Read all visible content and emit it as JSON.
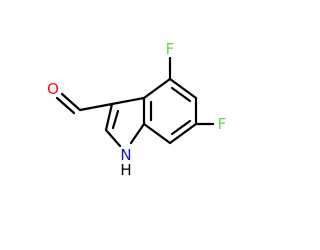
{
  "molecule": {
    "atoms": {
      "oxygen": {
        "label": "O",
        "color": "#ff0d0d"
      },
      "fluorine_4": {
        "label": "F",
        "color": "#6bd34a"
      },
      "fluorine_6": {
        "label": "F",
        "color": "#6bd34a"
      },
      "nitrogen": {
        "label": "N",
        "color": "#1414cc"
      },
      "hydrogen": {
        "label": "H",
        "color": "#000000"
      }
    }
  }
}
